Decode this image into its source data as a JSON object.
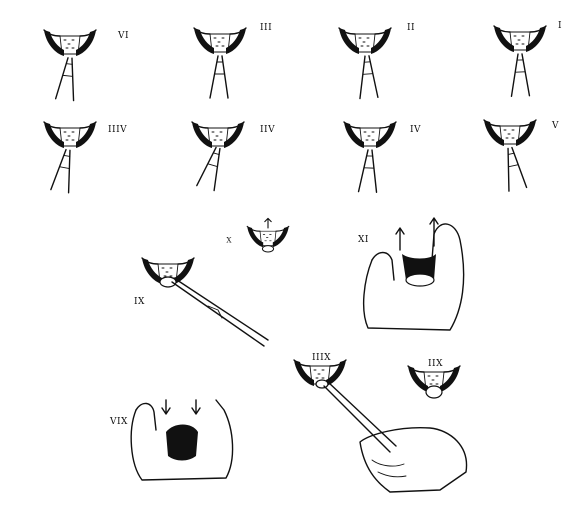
{
  "figure": {
    "panels": [
      {
        "id": "p1",
        "label": "VI"
      },
      {
        "id": "p2",
        "label": "III"
      },
      {
        "id": "p3",
        "label": "II"
      },
      {
        "id": "p4",
        "label": "I"
      },
      {
        "id": "p5",
        "label": "IIIV"
      },
      {
        "id": "p6",
        "label": "IIV"
      },
      {
        "id": "p7",
        "label": "IV"
      },
      {
        "id": "p8",
        "label": "V"
      },
      {
        "id": "p9",
        "label": "X"
      },
      {
        "id": "p10",
        "label": "XI"
      },
      {
        "id": "p11",
        "label": "IX"
      },
      {
        "id": "p12",
        "label": "IIIX"
      },
      {
        "id": "p13",
        "label": "IIX"
      },
      {
        "id": "p14",
        "label": "VIX"
      }
    ]
  }
}
